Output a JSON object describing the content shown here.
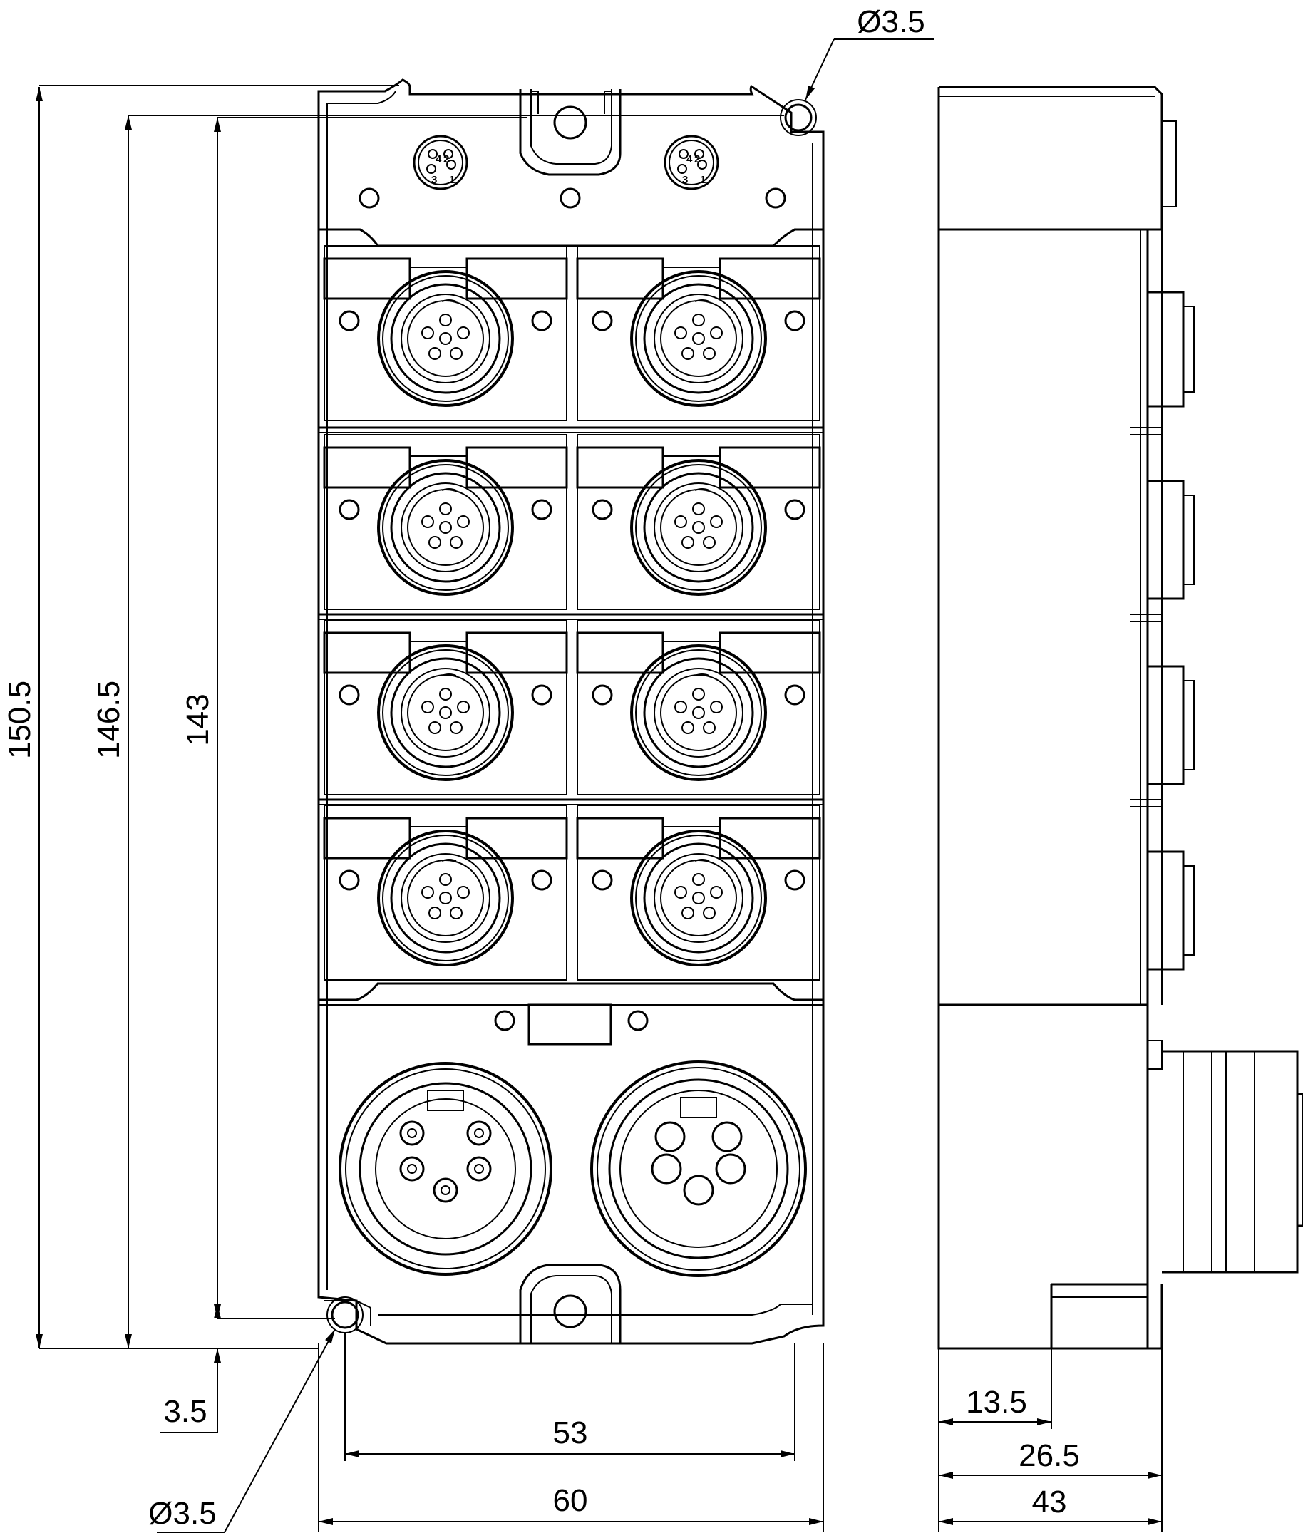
{
  "dimensions": {
    "overall_height": "150.5",
    "mount_height": "146.5",
    "body_height": "143",
    "bottom_offset": "3.5",
    "hole_bottom": "Ø3.5",
    "hole_top": "Ø3.5",
    "mount_width": "53",
    "overall_width": "60",
    "side_offset": "13.5",
    "side_mid": "26.5",
    "overall_depth": "43"
  },
  "pin_labels": {
    "p4": "4",
    "p2": "2",
    "p3": "3",
    "p1": "1"
  },
  "icons": [
    "m8-connector-icon",
    "m12-connector-icon",
    "7-8-power-connector-icon",
    "mounting-hole-icon"
  ]
}
